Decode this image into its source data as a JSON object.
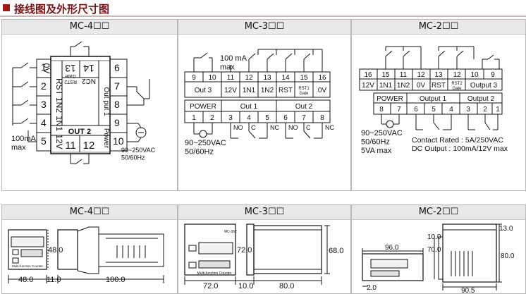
{
  "header": {
    "title": "接线图及外形尺寸图"
  },
  "wiring": {
    "mc4": {
      "caption": "MC-4☐☐",
      "left_terminals": [
        "0V",
        "RST",
        "1N2",
        "1N1",
        "12V"
      ],
      "left_numbers": [
        "1",
        "2",
        "3",
        "4",
        "5"
      ],
      "right_numbers": [
        "6",
        "7",
        "8",
        "9",
        "10"
      ],
      "top_numbers": [
        "13",
        "14"
      ],
      "inner_top_labels": [
        "RST2",
        "Gate",
        "NC2"
      ],
      "bottom_numbers": [
        "11",
        "12"
      ],
      "out2": "OUT 2",
      "output1": "Out put 1",
      "power": "Power",
      "load": "100mA\nmax",
      "supply": "90~250VAC\n50/60Hz"
    },
    "mc3": {
      "caption": "MC-3☐☐",
      "top_numbers": [
        "9",
        "10",
        "11",
        "12",
        "13",
        "14",
        "15",
        "16"
      ],
      "mid_labels": [
        "Out 3",
        "12V",
        "1N1",
        "1N2",
        "RST",
        "RST1\nGate",
        "0V"
      ],
      "power": "POWER",
      "out1": "Out 1",
      "out2": "Out 2",
      "bottom_numbers": [
        "1",
        "2",
        "3",
        "4",
        "5",
        "6",
        "7",
        "8"
      ],
      "contact_labels": [
        "NO",
        "C",
        "NC",
        "NO",
        "C",
        "NC"
      ],
      "load": "100 mA\nmax",
      "supply": "90~250VAC\n50/60Hz"
    },
    "mc2": {
      "caption": "MC-2☐☐",
      "top_numbers": [
        "16",
        "15",
        "11",
        "12",
        "13",
        "12",
        "10",
        "9"
      ],
      "mid_labels": [
        "12V",
        "1N1",
        "1N2",
        "0V",
        "RST",
        "RST2\nGate",
        "Output 3"
      ],
      "power": "POWER",
      "output1": "Output 1",
      "output2": "Output 2",
      "bottom_numbers": [
        "8",
        "7",
        "6",
        "5",
        "4",
        "3",
        "2",
        "1"
      ],
      "supply": "90~250VAC\n50/60Hz\n5VA max",
      "rating": "Contact Rated : 5A/250VAC\nDC Output : 100mA/12V max"
    }
  },
  "dimensions": {
    "mc4": {
      "caption": "MC-4☐☐",
      "height": "48.0",
      "width": "48.0",
      "offset": "11.0",
      "depth": "100.0",
      "panel_label": "Multi-function Counter"
    },
    "mc3": {
      "caption": "MC-3☐☐",
      "height": "72.0",
      "width": "72.0",
      "offset": "10.0",
      "depth": "80.0",
      "side_height": "68.0",
      "model_label": "MC-362",
      "panel_label": "Multi-function Counter"
    },
    "mc2": {
      "caption": "MC-2☐☐",
      "width": "96.0",
      "height": "70.0",
      "side_height": "80.0",
      "top_offset": "13.0",
      "front_offset": "10.0",
      "bottom_offset": "2.0",
      "depth": "90.5"
    }
  }
}
